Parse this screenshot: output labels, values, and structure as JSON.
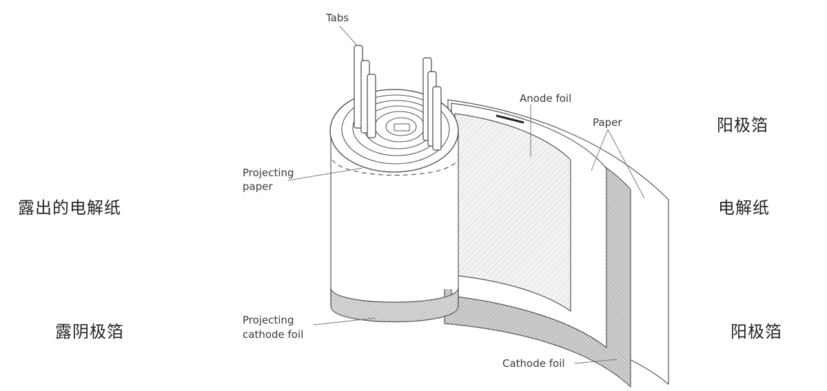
{
  "labels_en": {
    "tabs": "Tabs",
    "anode_foil": "Anode foil",
    "paper": "Paper",
    "projecting_paper_line1": "Projecting",
    "projecting_paper_line2": "paper",
    "projecting_cathode_line1": "Projecting",
    "projecting_cathode_line2": "cathode foil",
    "cathode_foil": "Cathode foil"
  },
  "labels_zh": {
    "exposed_paper": "露出的电解纸",
    "exposed_cathode": "露阴极箔",
    "anode_foil": "阳极箔",
    "paper": "电解纸",
    "cathode_foil": "阳极箔"
  }
}
